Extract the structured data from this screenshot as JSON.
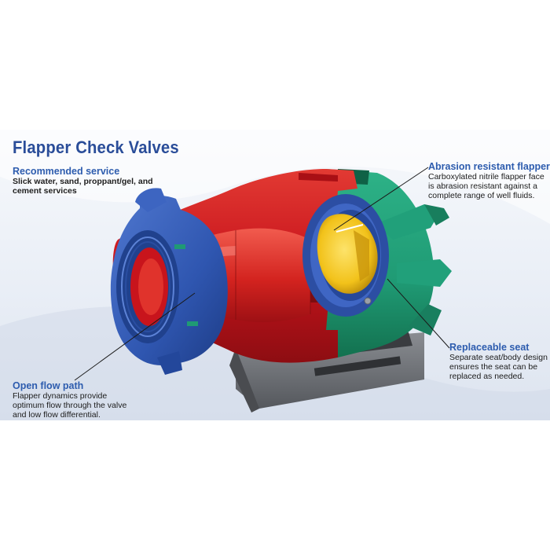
{
  "title": "Flapper Check Valves",
  "callouts": {
    "recommended_service": {
      "heading": "Recommended service",
      "body": "Slick water, sand, proppant/gel, and\ncement services"
    },
    "abrasion_resistant_flapper": {
      "heading": "Abrasion resistant flapper",
      "body": "Carboxylated nitrile flapper face\nis abrasion resistant against a\ncomplete range of well fluids."
    },
    "replaceable_seat": {
      "heading": "Replaceable seat",
      "body": "Separate seat/body design\nensures the seat can be\nreplaced as needed."
    },
    "open_flow_path": {
      "heading": "Open flow path",
      "body": "Flapper dynamics provide\noptimum flow through the valve\nand low flow differential."
    }
  },
  "colors": {
    "title_blue": "#2a4d99",
    "heading_blue": "#2d5cae",
    "body_red": "#c8141c",
    "union_blue": "#2f56b0",
    "cap_green": "#1f9a74",
    "flapper_yellow": "#f2c21a",
    "stand_gray": "#6f7277"
  }
}
